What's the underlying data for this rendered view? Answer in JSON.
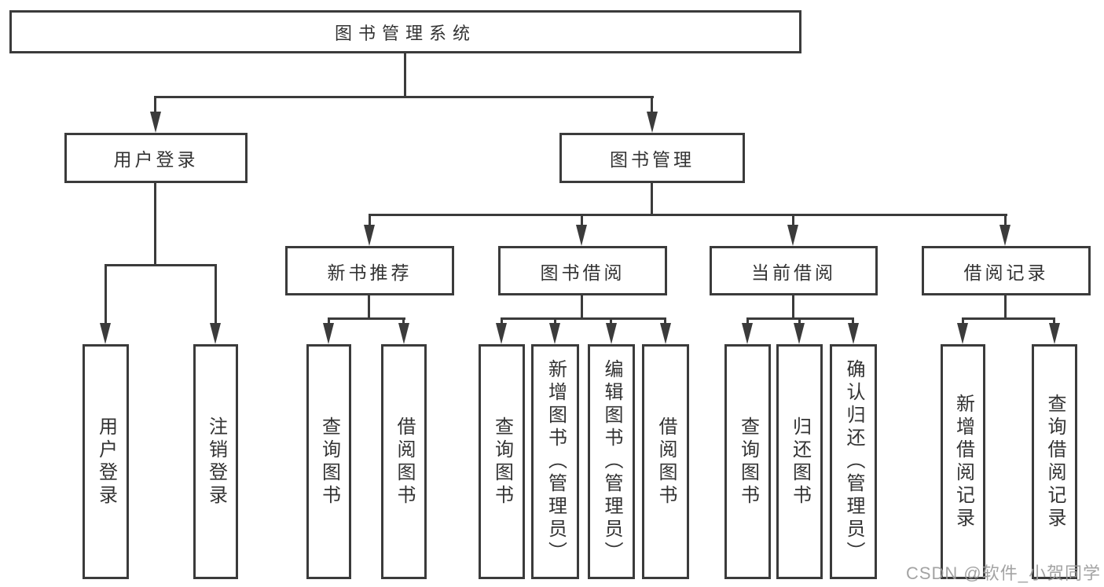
{
  "diagram": {
    "watermark": "CSDN @软件_小贺同学",
    "colors": {
      "line": "#3b3b3b",
      "text": "#333333",
      "background": "#ffffff",
      "watermark": "#9c9c9c"
    },
    "tree": {
      "label": "图书管理系统",
      "children": [
        {
          "label": "用户登录",
          "children": [
            {
              "label": "用户登录"
            },
            {
              "label": "注销登录"
            }
          ]
        },
        {
          "label": "图书管理",
          "children": [
            {
              "label": "新书推荐",
              "children": [
                {
                  "label": "查询图书"
                },
                {
                  "label": "借阅图书"
                }
              ]
            },
            {
              "label": "图书借阅",
              "children": [
                {
                  "label": "查询图书"
                },
                {
                  "label": "新增图书（管理员）"
                },
                {
                  "label": "编辑图书（管理员）"
                },
                {
                  "label": "借阅图书"
                }
              ]
            },
            {
              "label": "当前借阅",
              "children": [
                {
                  "label": "查询图书"
                },
                {
                  "label": "归还图书"
                },
                {
                  "label": "确认归还（管理员）"
                }
              ]
            },
            {
              "label": "借阅记录",
              "children": [
                {
                  "label": "新增借阅记录"
                },
                {
                  "label": "查询借阅记录"
                }
              ]
            }
          ]
        }
      ]
    }
  }
}
